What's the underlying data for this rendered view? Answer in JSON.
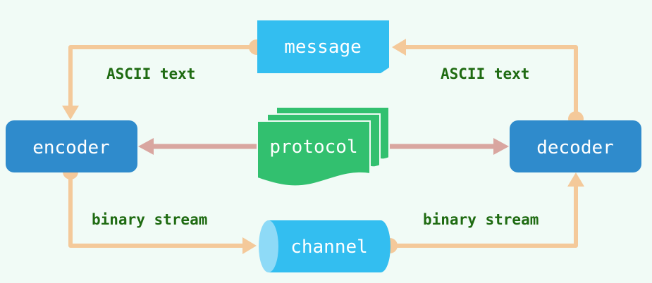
{
  "colors": {
    "background": "#f1fbf6",
    "node_blue": "#2f8bcc",
    "message_cyan": "#33bef0",
    "protocol_green": "#32c06f",
    "flow_orange": "#f4c99a",
    "protocol_arrow": "#d9a6a0",
    "label_green": "#1f6b12"
  },
  "nodes": {
    "message": "message",
    "encoder": "encoder",
    "decoder": "decoder",
    "protocol": "protocol",
    "channel": "channel"
  },
  "edges": {
    "message_to_encoder": "ASCII text",
    "decoder_to_message": "ASCII text",
    "encoder_to_channel": "binary stream",
    "channel_to_decoder": "binary stream"
  }
}
